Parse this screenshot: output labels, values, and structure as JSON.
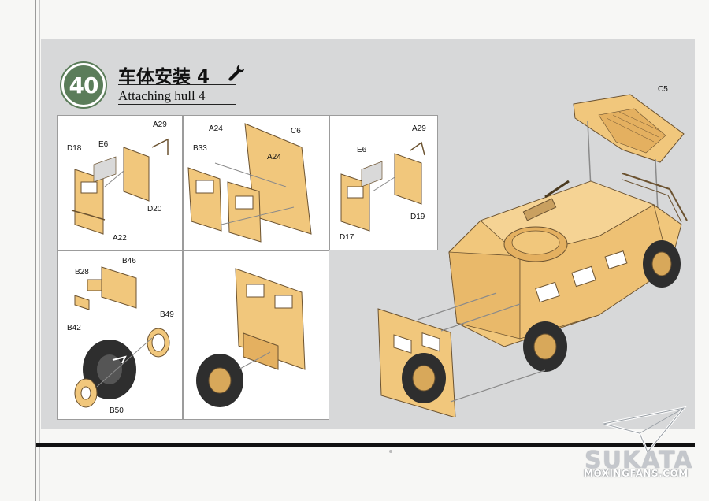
{
  "step": {
    "number": "40",
    "title_cn": "车体安装 4",
    "title_en": "Attaching hull 4",
    "tool_icon": "wrench-icon"
  },
  "colors": {
    "part_tan": "#f1c77c",
    "part_outline": "#6b5230",
    "step_green": "#5b7d5a",
    "tire_dark": "#2e2e2e",
    "panel_gray": "#d7d8d9"
  },
  "sub_panels": {
    "panel_1": {
      "labels": [
        "A29",
        "E6",
        "D18",
        "D20",
        "A22"
      ]
    },
    "panel_2": {
      "labels": [
        "A24",
        "C6",
        "B33",
        "A24"
      ]
    },
    "panel_3": {
      "labels": [
        "A29",
        "E6",
        "D17",
        "D19"
      ]
    },
    "panel_4": {
      "labels": [
        "B28",
        "B46",
        "B42",
        "B49",
        "B50"
      ]
    }
  },
  "main": {
    "labels": [
      "C5"
    ]
  },
  "watermark": {
    "brand": "SUKATA",
    "site": "MOXINGFANS.COM"
  }
}
